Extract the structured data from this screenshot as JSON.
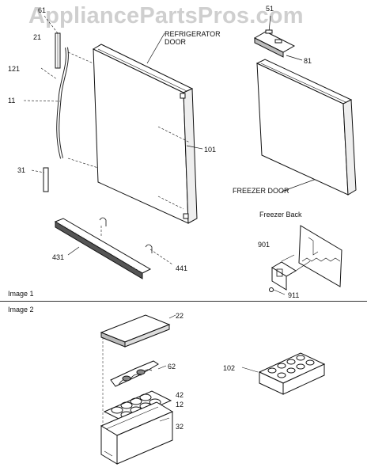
{
  "watermark": "AppliancePartsPros.com",
  "sections": {
    "image1": "Image 1",
    "image2": "Image 2"
  },
  "labels": {
    "l61": "61",
    "l21": "21",
    "l121": "121",
    "l11": "11",
    "l31": "31",
    "refrigerator_door_1": "REFRIGERATOR",
    "refrigerator_door_2": "DOOR",
    "l101": "101",
    "l431": "431",
    "l441": "441",
    "l51": "51",
    "l81": "81",
    "freezer_door": "FREEZER DOOR",
    "freezer_back": "Freezer Back",
    "l901": "901",
    "l911": "911",
    "l22": "22",
    "l62": "62",
    "l42": "42",
    "l12": "12",
    "l32": "32",
    "l102": "102"
  }
}
